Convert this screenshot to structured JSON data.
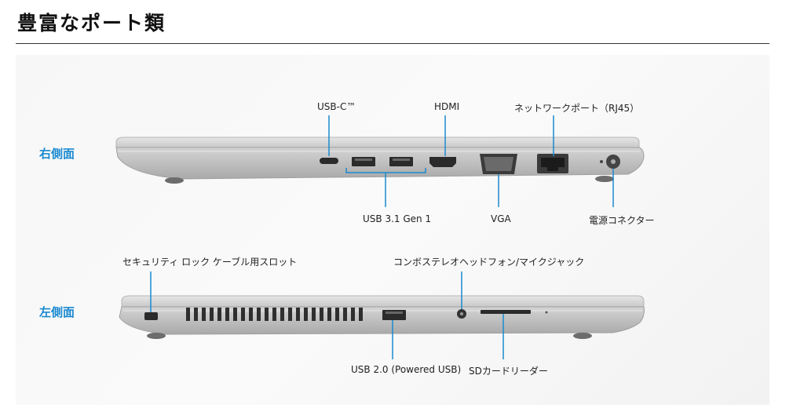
{
  "page": {
    "title": "豊富なポート類"
  },
  "right_side": {
    "label": "右側面",
    "ports": {
      "usb_c": "USB-C™",
      "hdmi": "HDMI",
      "network": "ネットワークポート（RJ45）",
      "usb31": "USB 3.1 Gen 1",
      "vga": "VGA",
      "power": "電源コネクター"
    }
  },
  "left_side": {
    "label": "左側面",
    "ports": {
      "security_lock": "セキュリティ ロック ケーブル用スロット",
      "audio": "コンボステレオヘッドフォン/マイクジャック",
      "usb20": "USB 2.0 (Powered USB)",
      "sd": "SDカードリーダー"
    }
  }
}
